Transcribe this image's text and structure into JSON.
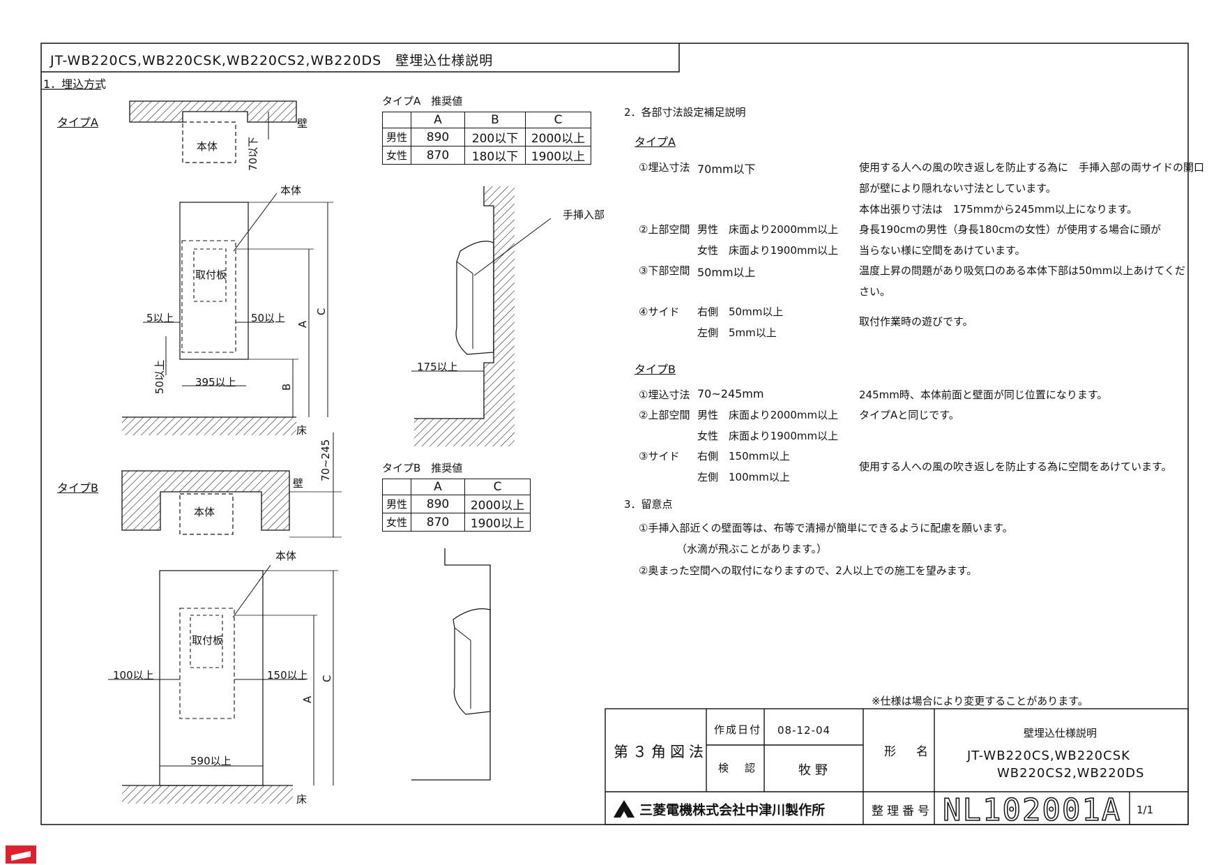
{
  "title": "JT-WB220CS,WB220CSK,WB220CS2,WB220DS　壁埋込仕様説明",
  "section1": {
    "heading": "1．埋込方式"
  },
  "diagram": {
    "typeA_label": "タイプA",
    "typeB_label": "タイプB",
    "wall": "壁",
    "floor": "床",
    "body": "本体",
    "mount_plate": "取付板",
    "hand_insert": "手挿入部",
    "dim_70": "70以下",
    "dim_70_245": "70~245",
    "dim_5": "5以上",
    "dim_50_side": "50以上",
    "dim_50_bottom": "50以上",
    "dim_395": "395以上",
    "dim_175": "175以上",
    "dim_100": "100以上",
    "dim_150": "150以上",
    "dim_590": "590以上",
    "dim_A": "A",
    "dim_B": "B",
    "dim_C": "C"
  },
  "tableA": {
    "title": "タイプA　推奨値",
    "headers": [
      "",
      "A",
      "B",
      "C"
    ],
    "rows": [
      [
        "男性",
        "890",
        "200以下",
        "2000以上"
      ],
      [
        "女性",
        "870",
        "180以下",
        "1900以上"
      ]
    ]
  },
  "tableB": {
    "title": "タイプB　推奨値",
    "headers": [
      "",
      "A",
      "C"
    ],
    "rows": [
      [
        "男性",
        "890",
        "2000以上"
      ],
      [
        "女性",
        "870",
        "1900以上"
      ]
    ]
  },
  "section2": {
    "heading": "2．各部寸法設定補足説明",
    "typeA": "タイプA",
    "a1_label": "①埋込寸法",
    "a1_value": "70mm以下",
    "a1_note1": "使用する人への風の吹き返しを防止する為に　手挿入部の両サイドの開口",
    "a1_note2": "部が壁により隠れない寸法としています。",
    "a1_note3": "本体出張り寸法は　175mmから245mm以上になります。",
    "a2_label": "②上部空間",
    "a2_m": "男性　床面より2000mm以上",
    "a2_f": "女性　床面より1900mm以上",
    "a2_note1": "身長190cmの男性（身長180cmの女性）が使用する場合に頭が",
    "a2_note2": "当らない様に空間をあけています。",
    "a3_label": "③下部空間",
    "a3_value": "50mm以上",
    "a3_note1": "温度上昇の問題があり吸気口のある本体下部は50mm以上あけてくだ",
    "a3_note2": "さい。",
    "a4_label": "④サイド",
    "a4_r": "右側　50mm以上",
    "a4_l": "左側　5mm以上",
    "a4_note": "取付作業時の遊びです。",
    "typeB": "タイプB",
    "b1_label": "①埋込寸法",
    "b1_value": "70~245mm",
    "b1_note": "245mm時、本体前面と壁面が同じ位置になります。",
    "b2_label": "②上部空間",
    "b2_m": "男性　床面より2000mm以上",
    "b2_f": "女性　床面より1900mm以上",
    "b2_note": "タイプAと同じです。",
    "b3_label": "③サイド",
    "b3_r": "右側　150mm以上",
    "b3_l": "左側　100mm以上",
    "b3_note": "使用する人への風の吹き返しを防止する為に空間をあけています。"
  },
  "section3": {
    "heading": "3．留意点",
    "n1": "①手挿入部近くの壁面等は、布等で清掃が簡単にできるように配慮を願います。",
    "n1b": "（水滴が飛ぶことがあります。）",
    "n2": "②奥まった空間への取付になりますので、2人以上での施工を望みます。"
  },
  "spec_note": "※仕様は場合により変更することがあります。",
  "titleblock": {
    "projection": "第３角図法",
    "created_label": "作成日付",
    "created_value": "08-12-04",
    "checked_label": "検　認",
    "checked_value": "牧野",
    "model_label": "形　名",
    "doc_title": "壁埋込仕様説明",
    "model_line1": "JT-WB220CS,WB220CSK",
    "model_line2": "WB220CS2,WB220DS",
    "company": "三菱電機株式会社中津川製作所",
    "number_label": "整理番号",
    "number_value": "NL102001A",
    "page": "1/1"
  },
  "colors": {
    "line": "#111111",
    "corner_mark": "#e0202c"
  }
}
